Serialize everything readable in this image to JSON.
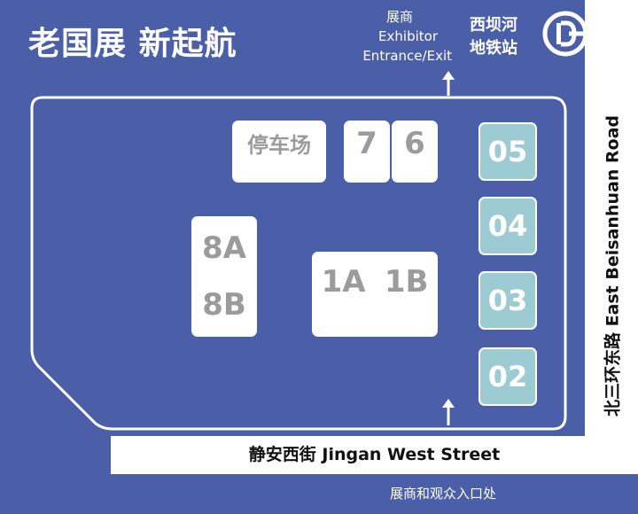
{
  "header": {
    "title": "老国展 新起航",
    "exhibitor_entrance": {
      "line1": "展商",
      "line2": "Exhibitor",
      "line3": "Entrance/Exit"
    },
    "metro_station": {
      "line1": "西坝河",
      "line2": "地铁站",
      "icon": "beijing-subway-logo-icon"
    }
  },
  "roads": {
    "east": "北三环东路 East Beisanhuan Road",
    "south": "静安西街 Jingan West Street"
  },
  "halls": {
    "parking": "停车场",
    "hall_7": "7",
    "hall_6": "6",
    "hall_8a": "8A",
    "hall_8b": "8B",
    "hall_1a": "1A",
    "hall_1b": "1B",
    "hall_05": "05",
    "hall_04": "04",
    "hall_03": "03",
    "hall_02": "02"
  },
  "footer": {
    "caption": "展商和观众入口处"
  },
  "colors": {
    "background": "#4b5ea8",
    "hall_white": "#ffffff",
    "hall_text_grey": "#9b9b9b",
    "hall_teal": "#9ccbd3"
  }
}
